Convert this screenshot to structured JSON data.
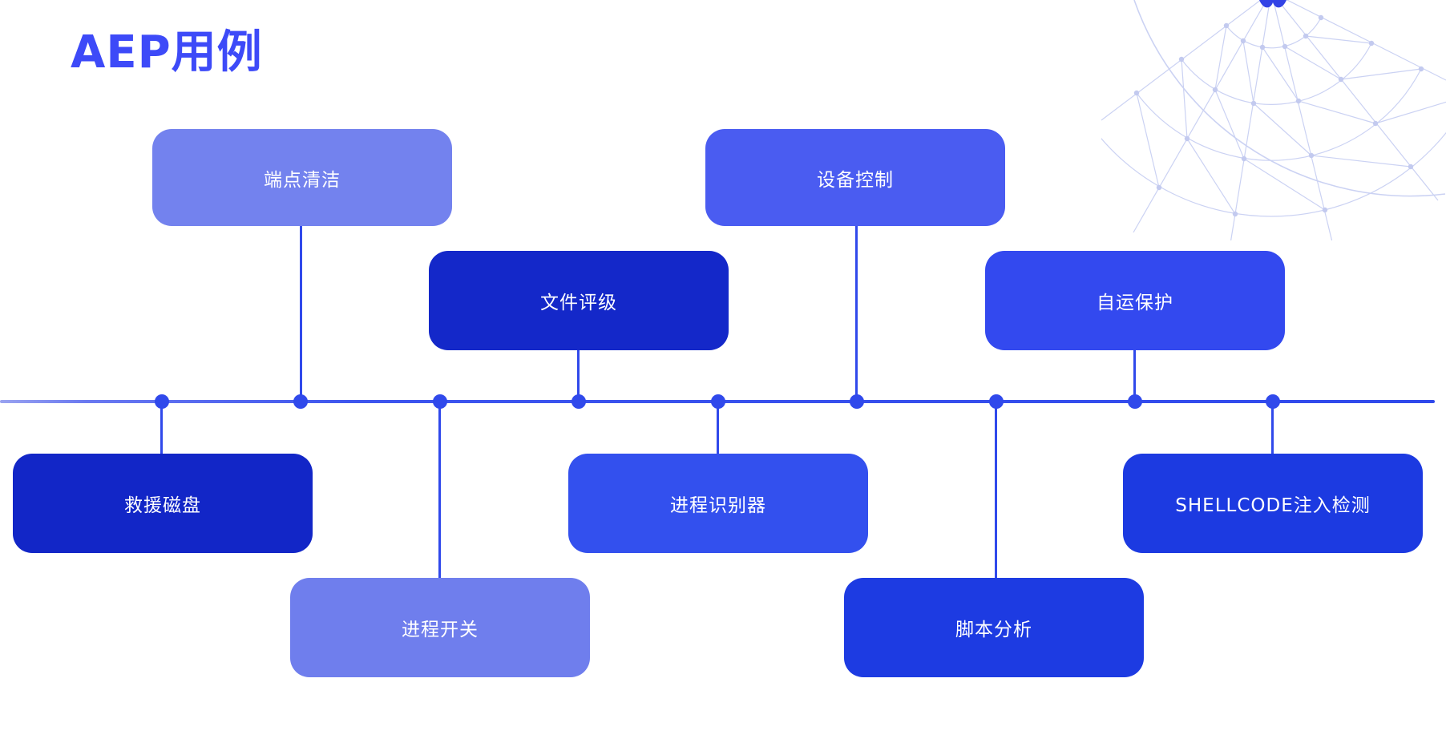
{
  "title": {
    "text": "AEP用例",
    "color": "#3D4AF8"
  },
  "timeline": {
    "dot_color": "#3049EB",
    "connector_color": "#3049EB",
    "line_gradient_left": "#9AA3F0",
    "line_gradient_right": "#3049EB"
  },
  "nodes": [
    {
      "label": "端点清洁",
      "position": "above-line",
      "color": "#7382EE"
    },
    {
      "label": "文件评级",
      "position": "above-line-inner",
      "color": "#1428C9"
    },
    {
      "label": "设备控制",
      "position": "above-line",
      "color": "#4A5CF1"
    },
    {
      "label": "自运保护",
      "position": "above-line-inner",
      "color": "#3349EF"
    },
    {
      "label": "救援磁盘",
      "position": "below-line",
      "color": "#1226C7"
    },
    {
      "label": "进程开关",
      "position": "below-line-inner",
      "color": "#6F7EED"
    },
    {
      "label": "进程识别器",
      "position": "below-line",
      "color": "#3350EE"
    },
    {
      "label": "脚本分析",
      "position": "below-line-inner",
      "color": "#1D3BE2"
    },
    {
      "label": "SHELLCODE注入检测",
      "position": "below-line",
      "color": "#1C3AE1"
    }
  ],
  "node_text_color": "#FFFFFF",
  "decoration": {
    "globe_icon": "wireframe-globe",
    "globe_line_color": "#CBD2F3",
    "globe_dot_color": "#C3CAEF",
    "logo_color": "#3243E6"
  }
}
